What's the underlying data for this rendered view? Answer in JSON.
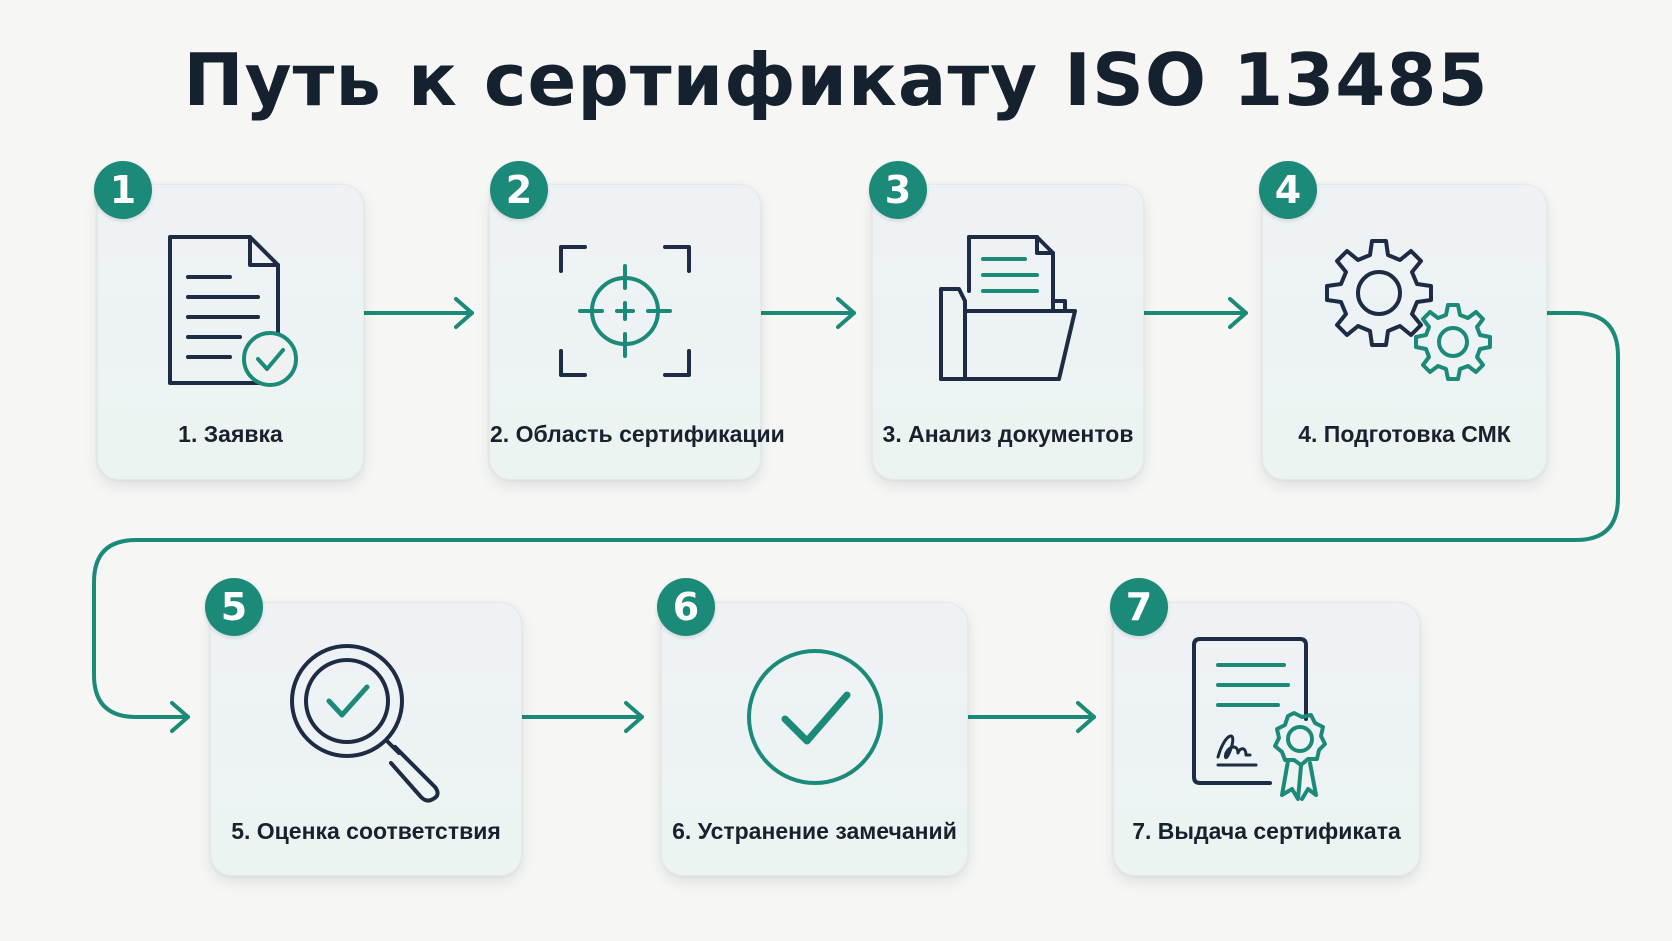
{
  "title": "Путь к сертификату ISO 13485",
  "colors": {
    "accent": "#1c8a78",
    "navy": "#1d2b44",
    "title": "#15212e"
  },
  "steps": [
    {
      "number": "1",
      "label": "1. Заявка",
      "icon": "document-check-icon"
    },
    {
      "number": "2",
      "label": "2. Область сертификации",
      "icon": "target-scope-icon"
    },
    {
      "number": "3",
      "label": "3. Анализ документов",
      "icon": "folder-document-icon"
    },
    {
      "number": "4",
      "label": "4. Подготовка СМК",
      "icon": "gears-icon"
    },
    {
      "number": "5",
      "label": "5. Оценка соответствия",
      "icon": "magnifier-check-icon"
    },
    {
      "number": "6",
      "label": "6. Устранение замечаний",
      "icon": "check-circle-icon"
    },
    {
      "number": "7",
      "label": "7. Выдача сертификата",
      "icon": "certificate-icon"
    }
  ]
}
